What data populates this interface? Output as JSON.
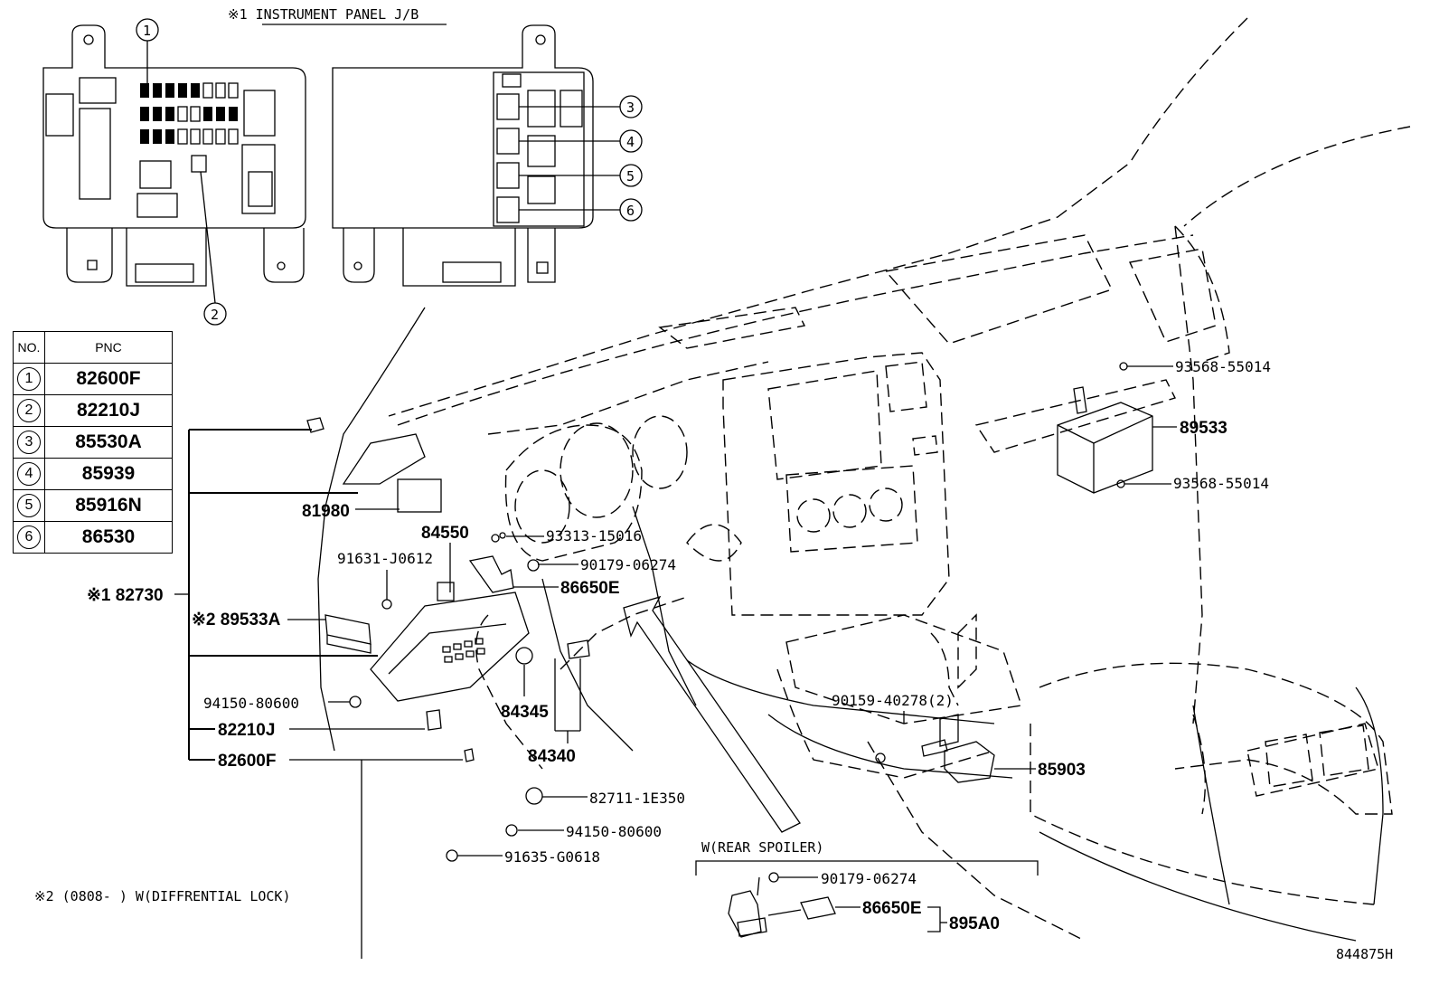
{
  "header": {
    "title": "※1  INSTRUMENT PANEL J/B"
  },
  "callouts": [
    "1",
    "2",
    "3",
    "4",
    "5",
    "6"
  ],
  "pnc_table": {
    "headers": [
      "NO.",
      "PNC"
    ],
    "rows": [
      {
        "no": "1",
        "pnc": "82600F"
      },
      {
        "no": "2",
        "pnc": "82210J"
      },
      {
        "no": "3",
        "pnc": "85530A"
      },
      {
        "no": "4",
        "pnc": "85939"
      },
      {
        "no": "5",
        "pnc": "85916N"
      },
      {
        "no": "6",
        "pnc": "86530"
      }
    ]
  },
  "parts": {
    "p_93568_top": "93568-55014",
    "p_89533": "89533",
    "p_93568_bot": "93568-55014",
    "p_81980": "81980",
    "p_84550": "84550",
    "p_93313": "93313-15016",
    "p_91631": "91631-J0612",
    "p_90179": "90179-06274",
    "p_86650E": "86650E",
    "p_82730": "※1 82730",
    "p_89533A": "※2 89533A",
    "p_94150_a": "94150-80600",
    "p_84345": "84345",
    "p_82210J": "82210J",
    "p_84340": "84340",
    "p_82600F": "82600F",
    "p_90159": "90159-40278(2)",
    "p_85903": "85903",
    "p_82711": "82711-1E350",
    "p_94150_b": "94150-80600",
    "p_91635": "91635-G0618"
  },
  "rear_spoiler": {
    "heading": "W(REAR SPOILER)",
    "p_90179": "90179-06274",
    "p_86650E": "86650E",
    "p_895A0": "895A0"
  },
  "footnote": "※2 (0808-     ) W(DIFFRENTIAL LOCK)",
  "drawing_id": "844875H"
}
